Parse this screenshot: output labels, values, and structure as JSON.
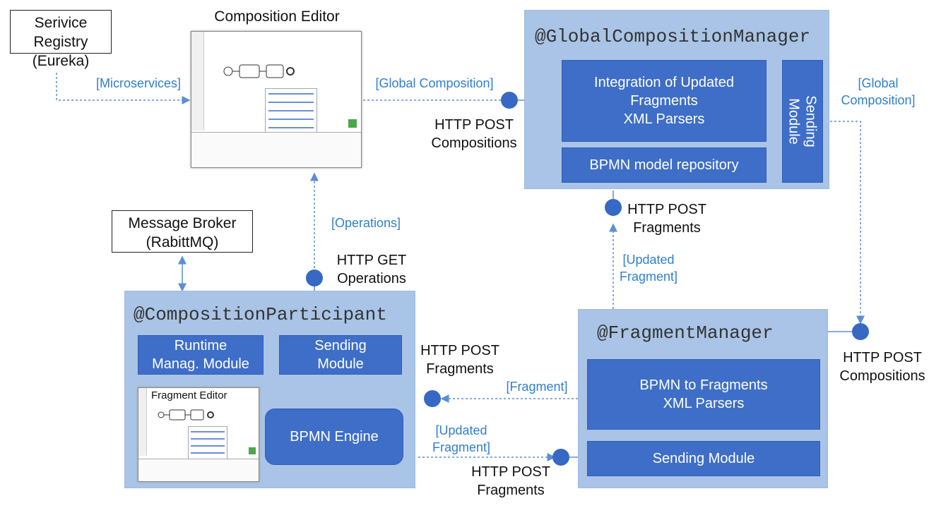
{
  "service_registry": {
    "line1": "Serivice Registry",
    "line2": "(Eureka)"
  },
  "message_broker": {
    "line1": "Message Broker",
    "line2": "(RabittMQ)"
  },
  "composition_editor": {
    "title": "Composition Editor"
  },
  "fragment_editor": {
    "title": "Fragment Editor"
  },
  "global_manager": {
    "title": "@GlobalCompositionManager",
    "integration": [
      "Integration of Updated",
      "Fragments",
      "XML Parsers"
    ],
    "repository": "BPMN model repository",
    "sending": [
      "Sending",
      "Module"
    ]
  },
  "composition_participant": {
    "title": "@CompositionParticipant",
    "runtime": [
      "Runtime",
      "Manag. Module"
    ],
    "sending": [
      "Sending",
      "Module"
    ],
    "engine": "BPMN Engine"
  },
  "fragment_manager": {
    "title": "@FragmentManager",
    "parsers": [
      "BPMN to Fragments",
      "XML Parsers"
    ],
    "sending": "Sending Module"
  },
  "labels": {
    "microservices": "[Microservices]",
    "global_composition": "[Global Composition]",
    "global_composition_right": [
      "[Global",
      "Composition]"
    ],
    "operations": "[Operations]",
    "updated_fragment_top": [
      "[Updated",
      "Fragment]"
    ],
    "fragment": "[Fragment]",
    "updated_fragment_bottom": [
      "[Updated",
      "Fragment]"
    ]
  },
  "endpoints": {
    "post_compositions_left": [
      "HTTP POST",
      "Compositions"
    ],
    "post_fragments_top": [
      "HTTP POST",
      "Fragments"
    ],
    "get_operations": [
      "HTTP GET",
      "Operations"
    ],
    "post_fragments_left": [
      "HTTP POST",
      "Fragments"
    ],
    "post_fragments_bottom": [
      "HTTP POST",
      "Fragments"
    ],
    "post_compositions_right": [
      "HTTP POST",
      "Compositions"
    ]
  },
  "colors": {
    "panel": "#a9c4e6",
    "module": "#3e6ec8",
    "dot": "#3768c4",
    "link": "#2f7fd0"
  }
}
